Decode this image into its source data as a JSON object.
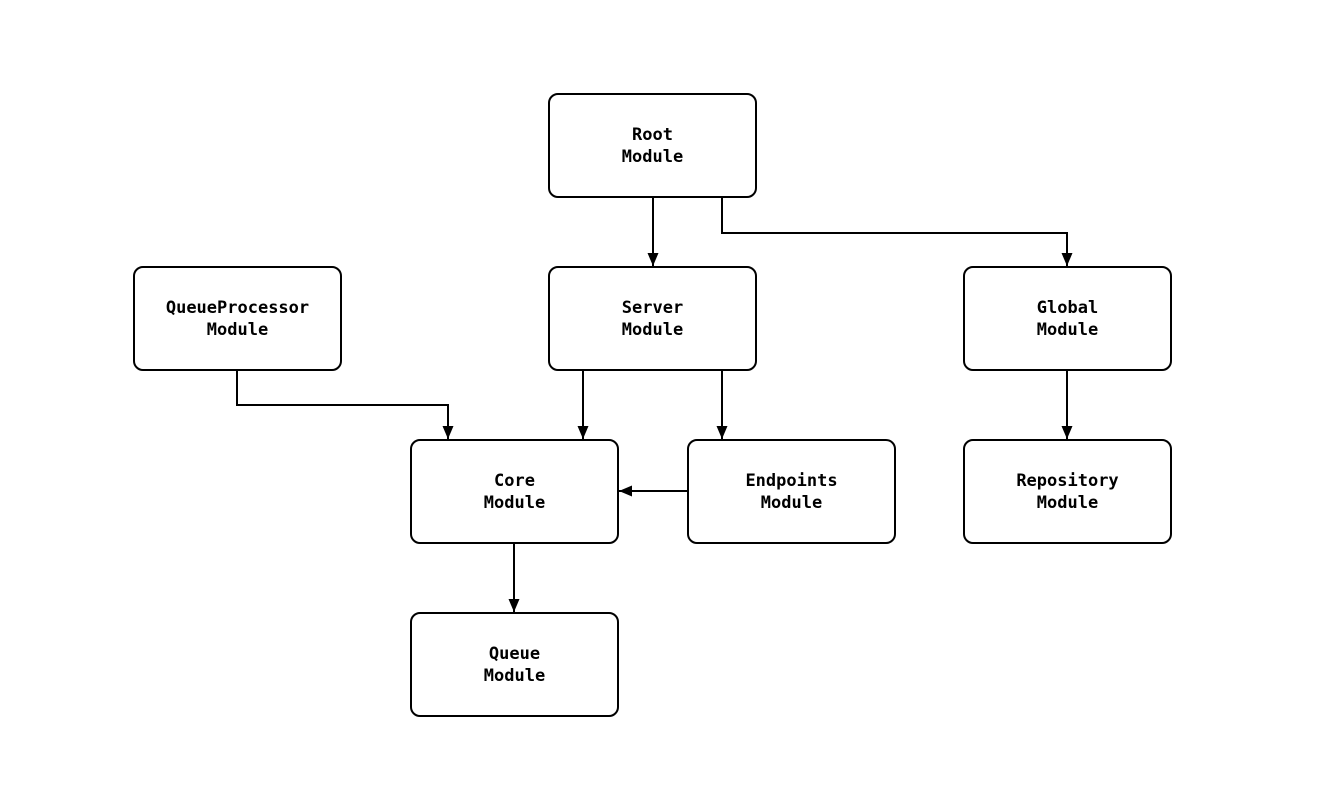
{
  "diagram": {
    "type": "flowchart",
    "background_color": "#ffffff",
    "node_fill_color": "#ffffff",
    "node_border_color": "#000000",
    "edge_color": "#000000",
    "nodes": [
      {
        "id": "root",
        "line1": "Root",
        "line2": "Module"
      },
      {
        "id": "server",
        "line1": "Server",
        "line2": "Module"
      },
      {
        "id": "global",
        "line1": "Global",
        "line2": "Module"
      },
      {
        "id": "queueprocessor",
        "line1": "QueueProcessor",
        "line2": "Module"
      },
      {
        "id": "core",
        "line1": "Core",
        "line2": "Module"
      },
      {
        "id": "endpoints",
        "line1": "Endpoints",
        "line2": "Module"
      },
      {
        "id": "repository",
        "line1": "Repository",
        "line2": "Module"
      },
      {
        "id": "queue",
        "line1": "Queue",
        "line2": "Module"
      }
    ],
    "edges": [
      {
        "from": "Root Module",
        "to": "Server Module"
      },
      {
        "from": "Root Module",
        "to": "Global Module"
      },
      {
        "from": "QueueProcessor Module",
        "to": "Core Module"
      },
      {
        "from": "Server Module",
        "to": "Core Module"
      },
      {
        "from": "Server Module",
        "to": "Endpoints Module"
      },
      {
        "from": "Endpoints Module",
        "to": "Core Module"
      },
      {
        "from": "Global Module",
        "to": "Repository Module"
      },
      {
        "from": "Core Module",
        "to": "Queue Module"
      }
    ]
  }
}
